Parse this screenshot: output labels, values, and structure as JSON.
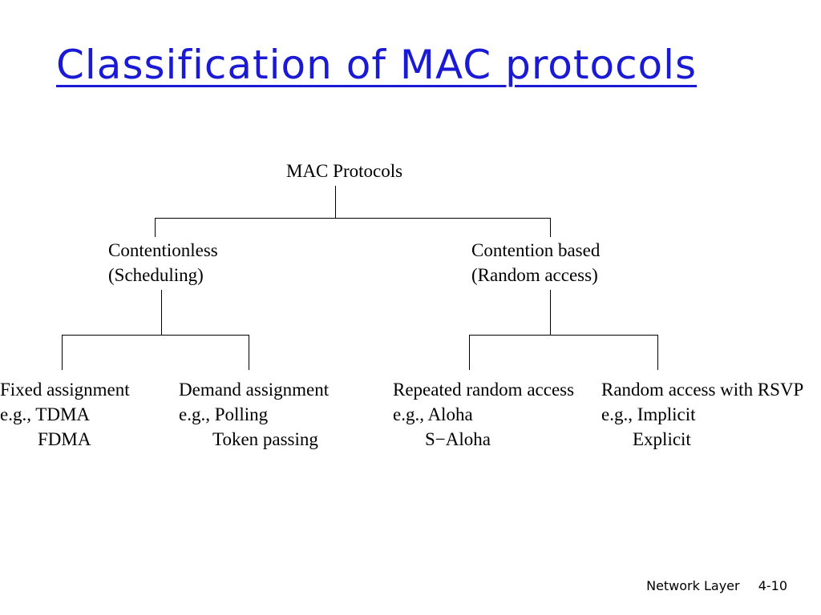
{
  "title": "Classification of MAC protocols",
  "colors": {
    "title": "#1a1ad6",
    "text": "#000000",
    "background": "#ffffff"
  },
  "diagram": {
    "root": "MAC Protocols",
    "contentionless": {
      "line1": "Contentionless",
      "line2": "(Scheduling)"
    },
    "contention": {
      "line1": "Contention based",
      "line2": "(Random access)"
    },
    "fixed": {
      "line1": "Fixed assignment",
      "line2": "e.g., TDMA",
      "line3": "FDMA"
    },
    "demand": {
      "line1": "Demand assignment",
      "line2": "e.g., Polling",
      "line3": "Token passing"
    },
    "repeated": {
      "line1": "Repeated random access",
      "line2": "e.g., Aloha",
      "line3": "S−Aloha"
    },
    "rsvp": {
      "line1": "Random access with RSVP",
      "line2": "e.g., Implicit",
      "line3": "Explicit"
    }
  },
  "footer": {
    "section": "Network Layer",
    "page": "4-10"
  }
}
